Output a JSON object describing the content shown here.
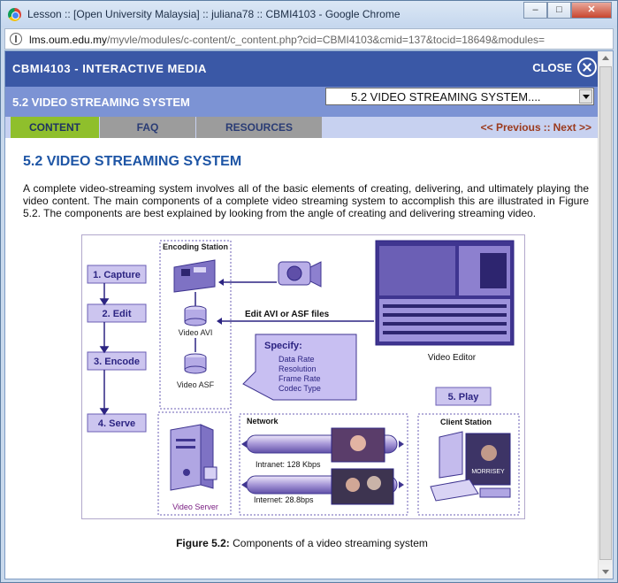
{
  "window": {
    "title": "Lesson :: [Open University Malaysia] :: juliana78 :: CBMI4103 - Google Chrome",
    "url_domain": "lms.oum.edu.my",
    "url_path": "/myvle/modules/c-content/c_content.php?cid=CBMI4103&cmid=137&tocid=18649&modules="
  },
  "header": {
    "course_title": "CBMI4103 - INTERACTIVE MEDIA",
    "close_label": "CLOSE"
  },
  "topic": {
    "title": "5.2 VIDEO STREAMING SYSTEM",
    "select_value": "5.2 VIDEO STREAMING SYSTEM...."
  },
  "tabs": [
    {
      "label": "CONTENT"
    },
    {
      "label": "FAQ"
    },
    {
      "label": "RESOURCES"
    }
  ],
  "pager": {
    "previous": "<< Previous",
    "separator": "::",
    "next": "Next >>"
  },
  "content": {
    "heading": "5.2 VIDEO STREAMING SYSTEM",
    "paragraph": "A complete video-streaming system involves all of the basic elements of creating, delivering, and ultimately playing the video content. The main components of a complete video streaming system to accomplish this are illustrated in Figure 5.2. The components are best explained by looking from the angle of creating and delivering streaming video."
  },
  "figure": {
    "steps": [
      "1. Capture",
      "2. Edit",
      "3. Encode",
      "4. Serve"
    ],
    "encoding_station": "Encoding Station",
    "video_avi": "Video AVI",
    "video_asf": "Video ASF",
    "edit_files": "Edit AVI or ASF files",
    "video_editor": "Video Editor",
    "specify_title": "Specify:",
    "specify_items": [
      "Data Rate",
      "Resolution",
      "Frame Rate",
      "Codec Type"
    ],
    "play": "5. Play",
    "network": "Network",
    "intranet": "Intranet: 128 Kbps",
    "internet": "Internet: 28.8bps",
    "client_station": "Client Station",
    "video_server": "Video Server",
    "screen_text": "MORRISEY",
    "caption_label": "Figure 5.2:",
    "caption_text": " Components of a video streaming system"
  },
  "colors": {
    "header_bg": "#3a58a6",
    "topic_bg": "#7c93d4",
    "tab_active": "#8fbf2c",
    "tab_inactive": "#9c9c9c",
    "heading": "#1e55a5",
    "pager": "#9b3a1d",
    "figure_purple": "#6b5fb5"
  }
}
